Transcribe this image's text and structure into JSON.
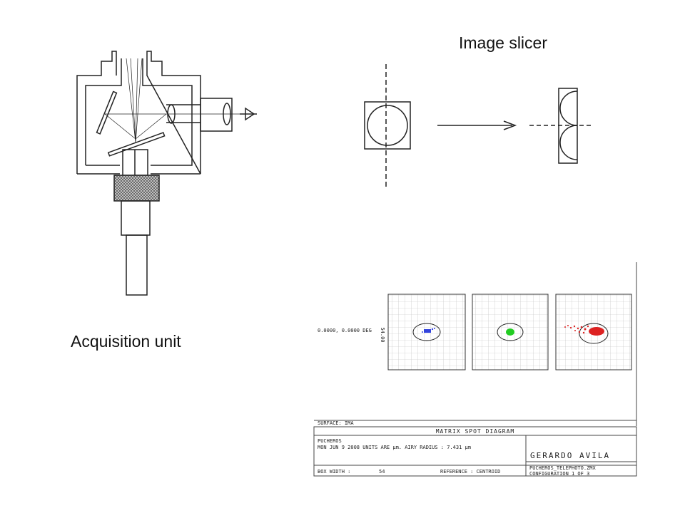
{
  "labels": {
    "image_slicer": "Image slicer",
    "acquisition_unit": "Acquisition unit"
  },
  "spot_diagram": {
    "field_label": "0.0000, 0.0000 DEG",
    "box_scale": "54.00",
    "surface": "SURFACE: IMA",
    "title": "MATRIX SPOT DIAGRAM",
    "system_name": "PUCHEROS",
    "date_line": "MON JUN 9 2008  UNITS ARE µm.  AIRY RADIUS : 7.431 µm",
    "author": "GERARDO AVILA",
    "box_width_label": "BOX WIDTH   :",
    "box_width_value": "54",
    "reference": "REFERENCE  : CENTROID",
    "file_name": "PUCHEROS_TELEPHOTO.ZMX",
    "configuration": "CONFIGURATION  1  OF  3",
    "spot_colors": [
      "#3344dd",
      "#22cc22",
      "#dd2222"
    ]
  }
}
